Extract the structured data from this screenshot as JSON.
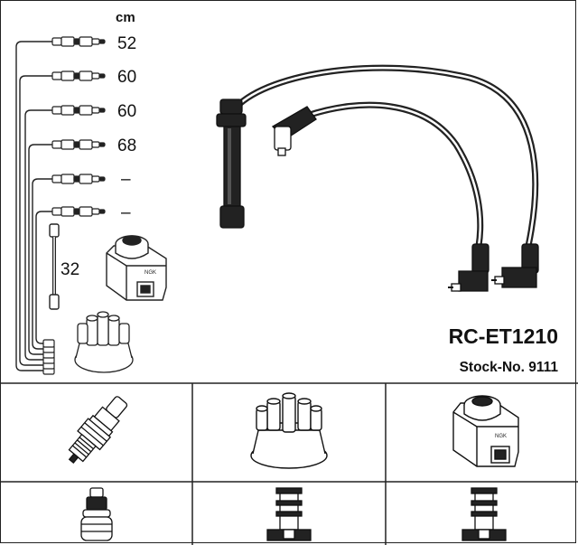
{
  "header": {
    "unit": "cm"
  },
  "lengths": [
    {
      "value": "52"
    },
    {
      "value": "60"
    },
    {
      "value": "60"
    },
    {
      "value": "68"
    },
    {
      "value": "–"
    },
    {
      "value": "–"
    }
  ],
  "coil_lead_length": "32",
  "product": {
    "code": "RC-ET1210",
    "stock": "Stock-No. 9111"
  },
  "grid": {
    "cells": [
      {
        "icon": "spark-plug-icon"
      },
      {
        "icon": "distributor-cap-icon"
      },
      {
        "icon": "ignition-coil-icon"
      },
      {
        "icon": "plug-boot-straight-icon"
      },
      {
        "icon": "cap-terminal-icon"
      },
      {
        "icon": "coil-terminal-icon"
      }
    ]
  },
  "colors": {
    "line": "#111111",
    "cable": "#222222",
    "background": "#ffffff"
  }
}
